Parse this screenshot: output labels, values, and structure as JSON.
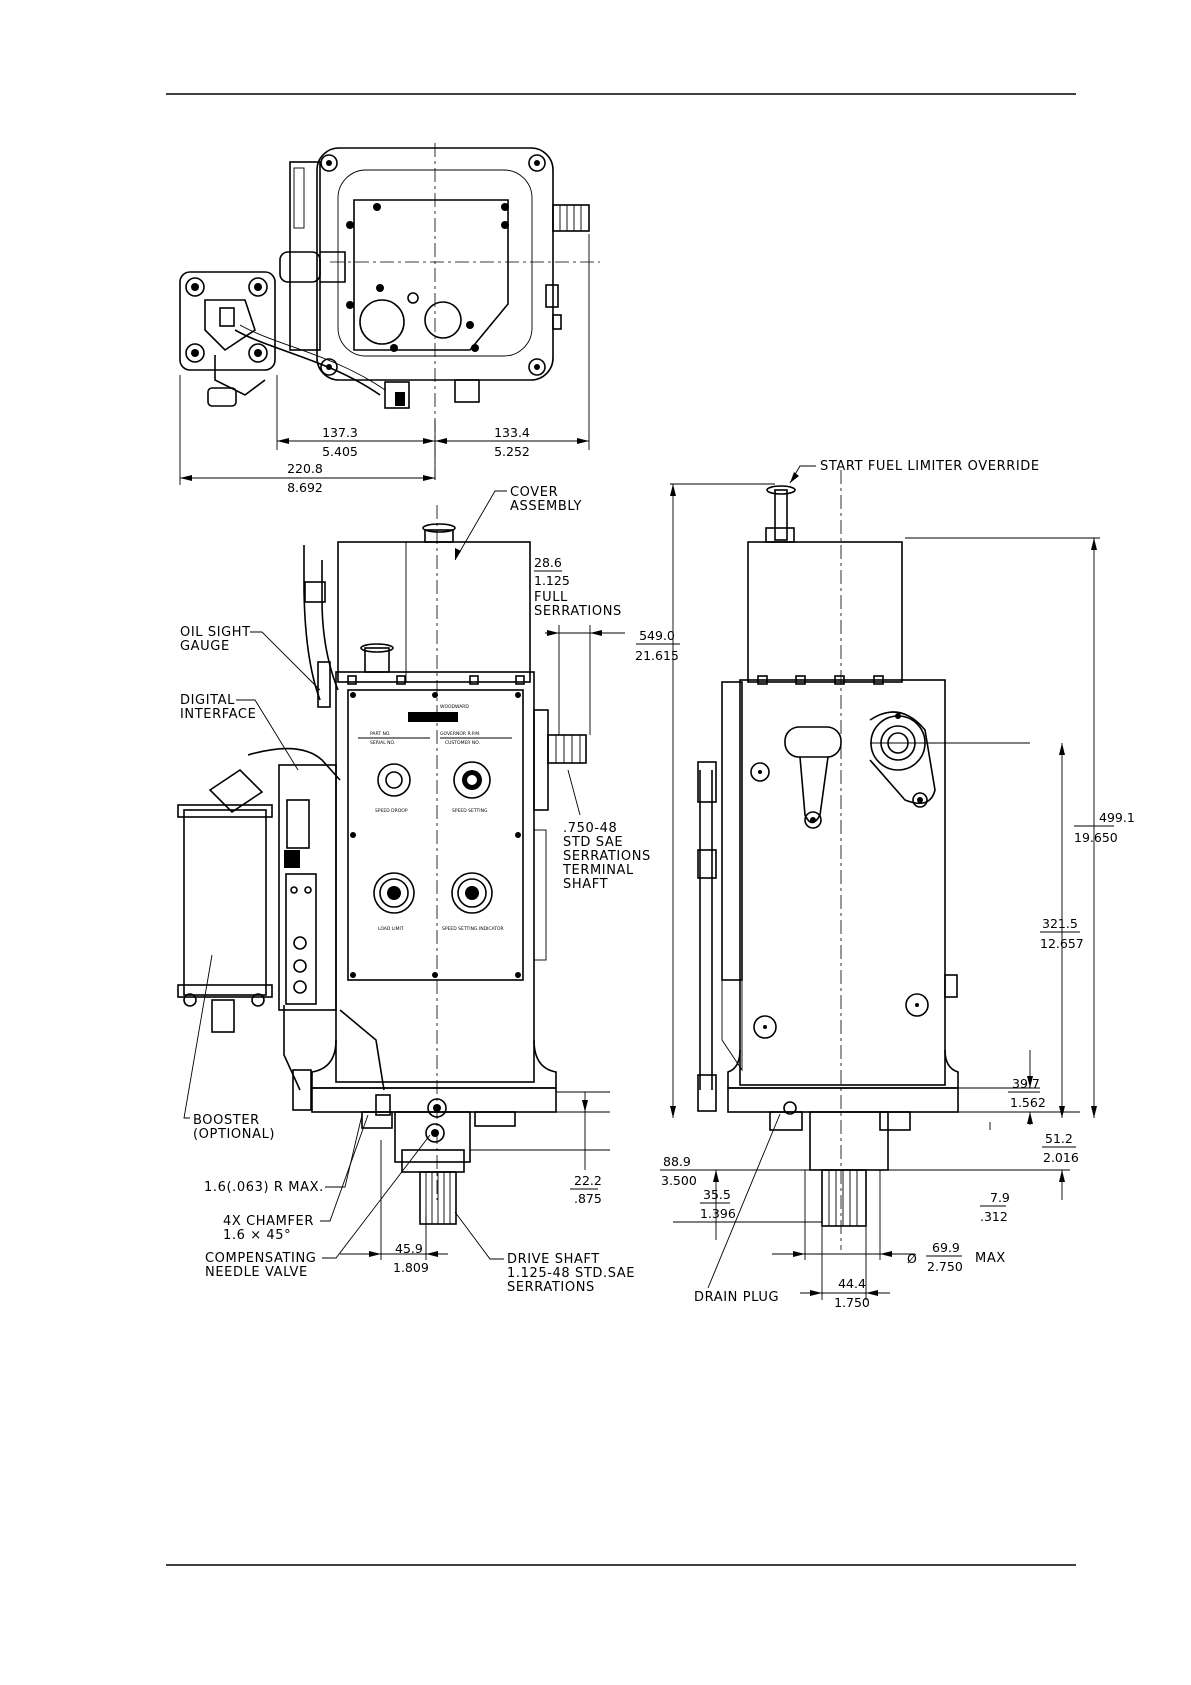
{
  "callouts": {
    "start_fuel_limiter_override": "START FUEL LIMITER OVERRIDE",
    "cover_1": "COVER",
    "cover_2": "ASSEMBLY",
    "oil_sight_1": "OIL SIGHT",
    "oil_sight_2": "GAUGE",
    "digital_1": "DIGITAL",
    "digital_2": "INTERFACE",
    "full_serrations_1": "FULL",
    "full_serrations_2": "SERRATIONS",
    "terminal_1": ".750-48",
    "terminal_2": "STD SAE",
    "terminal_3": "SERRATIONS",
    "terminal_4": "TERMINAL",
    "terminal_5": "SHAFT",
    "booster_1": "BOOSTER",
    "booster_2": "(OPTIONAL)",
    "radius": "1.6(.063) R MAX.",
    "chamfer_1": "4X CHAMFER",
    "chamfer_2": "1.6 × 45°",
    "needle_1": "COMPENSATING",
    "needle_2": "NEEDLE VALVE",
    "drive_1": "DRIVE SHAFT",
    "drive_2": "1.125-48 STD.SAE",
    "drive_3": "SERRATIONS",
    "drain_plug": "DRAIN PLUG",
    "max": "MAX",
    "diameter": "Ø"
  },
  "dimensions": {
    "d137_mm": "137.3",
    "d137_in": "5.405",
    "d133_mm": "133.4",
    "d133_in": "5.252",
    "d220_mm": "220.8",
    "d220_in": "8.692",
    "d28_mm": "28.6",
    "d28_in": "1.125",
    "d549_mm": "549.0",
    "d549_in": "21.615",
    "d499_mm": "499.1",
    "d499_in": "19.650",
    "d321_mm": "321.5",
    "d321_in": "12.657",
    "d39_mm": "39.7",
    "d39_in": "1.562",
    "d51_mm": "51.2",
    "d51_in": "2.016",
    "d88_mm": "88.9",
    "d88_in": "3.500",
    "d35_mm": "35.5",
    "d35_in": "1.396",
    "d7_mm": "7.9",
    "d7_in": ".312",
    "d69_mm": "69.9",
    "d69_in": "2.750",
    "d44_mm": "44.4",
    "d44_in": "1.750",
    "d22_mm": "22.2",
    "d22_in": ".875",
    "d45_mm": "45.9",
    "d45_in": "1.809"
  },
  "panel_text": {
    "brand": "WOODWARD",
    "part_no": "PART NO.",
    "serial_no": "SERIAL NO.",
    "governor_rpm": "GOVERNOR R.P.M.",
    "customer_no": "CUSTOMER NO.",
    "speed_droop": "SPEED DROOP",
    "speed_setting": "SPEED SETTING",
    "load_limit": "LOAD LIMIT",
    "speed_indicator": "SPEED SETTING INDICATOR"
  }
}
